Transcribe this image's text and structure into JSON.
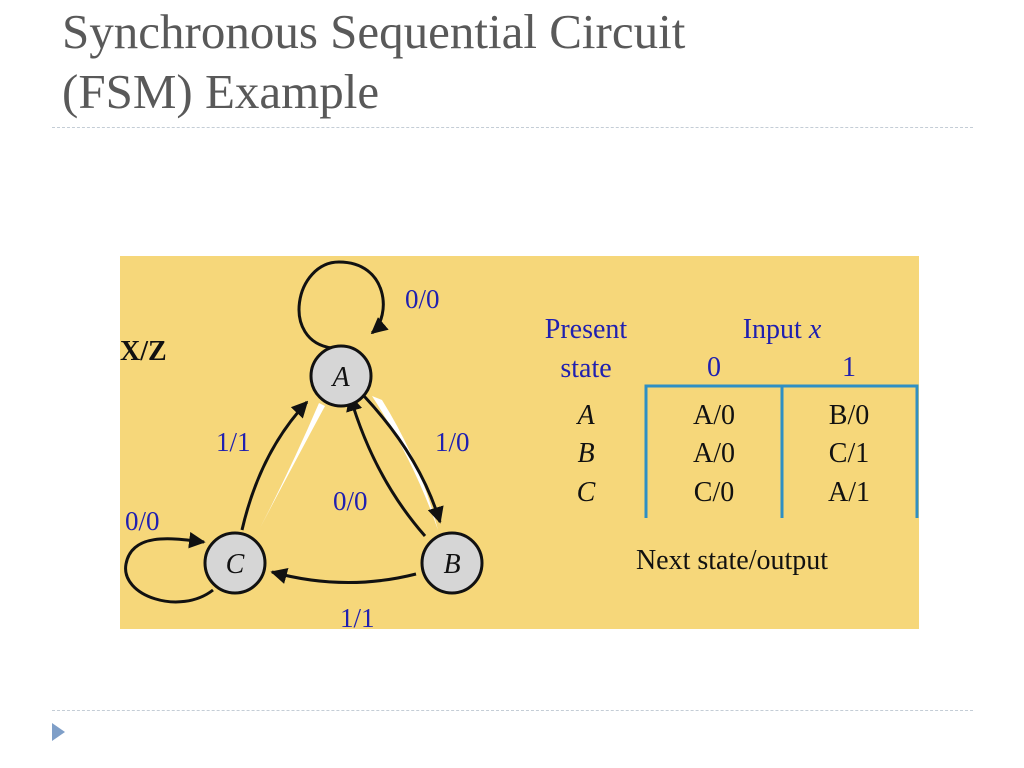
{
  "slide": {
    "title_line1": "Synchronous Sequential Circuit",
    "title_line2": "(FSM) Example"
  },
  "diagram": {
    "notation": "X/Z",
    "states": [
      {
        "id": "A",
        "label": "A"
      },
      {
        "id": "B",
        "label": "B"
      },
      {
        "id": "C",
        "label": "C"
      }
    ],
    "transitions": [
      {
        "from": "A",
        "to": "A",
        "label": "0/0"
      },
      {
        "from": "A",
        "to": "B",
        "label": "1/0"
      },
      {
        "from": "B",
        "to": "A",
        "label": "0/0"
      },
      {
        "from": "B",
        "to": "C",
        "label": "1/1"
      },
      {
        "from": "C",
        "to": "A",
        "label": "1/1"
      },
      {
        "from": "C",
        "to": "C",
        "label": "0/0"
      }
    ]
  },
  "table": {
    "present_state_header": [
      "Present",
      "state"
    ],
    "input_header_prefix": "Input",
    "input_header_var": "x",
    "input_columns": [
      "0",
      "1"
    ],
    "rows": [
      {
        "state": "A",
        "cells": [
          "A/0",
          "B/0"
        ]
      },
      {
        "state": "B",
        "cells": [
          "A/0",
          "C/1"
        ]
      },
      {
        "state": "C",
        "cells": [
          "C/0",
          "A/1"
        ]
      }
    ],
    "caption": "Next state/output"
  },
  "colors": {
    "panel": "#f6d77a",
    "state_fill": "#d6d6d6",
    "label_blue": "#2020b0",
    "table_rule": "#2f8fc4"
  }
}
